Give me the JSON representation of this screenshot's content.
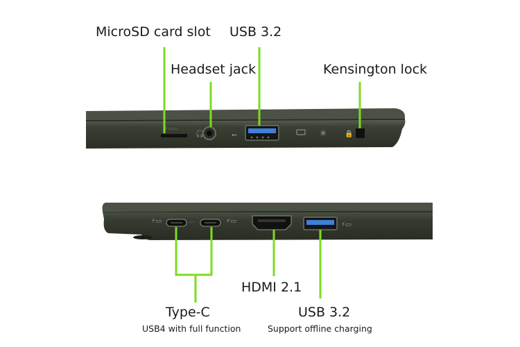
{
  "top_view": {
    "labels": {
      "microsd": "MicroSD card slot",
      "usb_top": "USB 3.2",
      "headset": "Headset jack",
      "kensington": "Kensington lock"
    },
    "slot_marking": "Ⓜ ▭▭▭"
  },
  "bottom_view": {
    "labels": {
      "type_c": "Type-C",
      "type_c_note": "USB4 with full function",
      "hdmi": "HDMI 2.1",
      "usb_bottom": "USB 3.2",
      "usb_bottom_note": "Support offline charging"
    }
  },
  "colors": {
    "leader_line": "#7ddc1f",
    "chassis": "#2f3328",
    "usb_port_blue": "#3f7fd8"
  }
}
